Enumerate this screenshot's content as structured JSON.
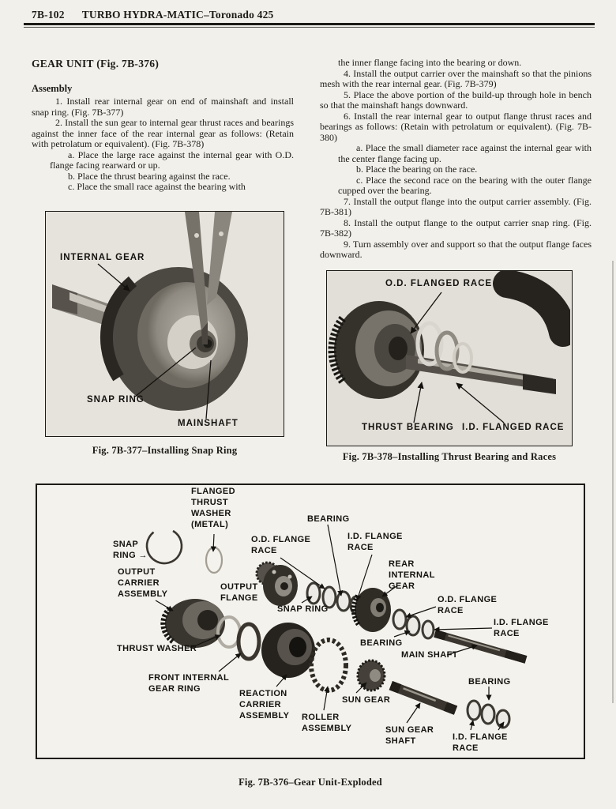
{
  "colors": {
    "paper": "#f2f0ea",
    "ink": "#1d1b16"
  },
  "header": {
    "page_number": "7B-102",
    "title": "TURBO HYDRA-MATIC–Toronado 425"
  },
  "left_column": {
    "section_title": "GEAR UNIT (Fig. 7B-376)",
    "subsection_title": "Assembly",
    "paragraphs": [
      "1. Install rear internal gear on end of mainshaft and install snap ring. (Fig. 7B-377)",
      "2. Install the sun gear to internal gear thrust races and bearings against the inner face of the rear internal gear as follows: (Retain with petrolatum or equivalent). (Fig. 7B-378)",
      "a.   Place the large race against the internal gear with O.D. flange facing rearward or up.",
      "b.   Place the thrust bearing against the race.",
      "c.   Place the small race against the bearing with"
    ]
  },
  "right_column": {
    "paragraphs": [
      "the inner flange facing into the bearing or down.",
      "4. Install the output carrier over the mainshaft so that the pinions mesh with the rear internal gear. (Fig. 7B-379)",
      "5. Place the above portion of the build-up through hole in bench so that the mainshaft hangs downward.",
      "6. Install the rear internal gear to output flange thrust races and bearings as follows: (Retain with petrolatum or equivalent). (Fig. 7B-380)",
      "a.   Place the small diameter race against the internal gear with the center flange facing up.",
      "b.   Place the bearing on the race.",
      "c.   Place the second race on the bearing with the outer flange cupped over the bearing.",
      "7. Install the output flange into the output carrier assembly. (Fig. 7B-381)",
      "8. Install the output flange to the output carrier snap ring. (Fig. 7B-382)",
      "9. Turn assembly over and support so that the output flange faces downward."
    ]
  },
  "fig_377": {
    "caption": "Fig. 7B-377–Installing Snap Ring",
    "labels": {
      "internal_gear": "INTERNAL GEAR",
      "snap_ring": "SNAP RING",
      "mainshaft": "MAINSHAFT"
    }
  },
  "fig_378": {
    "caption": "Fig. 7B-378–Installing Thrust Bearing and Races",
    "labels": {
      "od_flanged_race": "O.D. FLANGED RACE",
      "thrust_bearing": "THRUST BEARING",
      "id_flanged_race": "I.D. FLANGED RACE"
    }
  },
  "fig_376": {
    "caption": "Fig. 7B-376–Gear Unit-Exploded",
    "labels": {
      "flanged_thrust_washer": "FLANGED\nTHRUST\nWASHER\n(METAL)",
      "snap_ring_left": "SNAP\nRING →",
      "output_carrier_assembly": "OUTPUT\nCARRIER\nASSEMBLY",
      "od_flange_race_top": "O.D. FLANGE\nRACE",
      "bearing_top": "BEARING",
      "id_flange_race_top": "I.D. FLANGE\nRACE",
      "output_flange": "OUTPUT\nFLANGE",
      "snap_ring_center": "SNAP RING",
      "rear_internal_gear": "REAR\nINTERNAL\nGEAR",
      "od_flange_race_right": "O.D. FLANGE\nRACE",
      "id_flange_race_right": "I.D. FLANGE\nRACE",
      "bearing_mid": "BEARING",
      "main_shaft": "MAIN SHAFT",
      "thrust_washer": "THRUST WASHER",
      "front_internal_gear_ring": "FRONT INTERNAL\nGEAR RING",
      "reaction_carrier_assembly": "REACTION\nCARRIER\nASSEMBLY",
      "roller_assembly": "ROLLER\nASSEMBLY",
      "sun_gear": "SUN GEAR",
      "sun_gear_shaft": "SUN GEAR\nSHAFT",
      "bearing_bottom": "BEARING",
      "id_flange_race_bottom": "I.D. FLANGE\nRACE"
    }
  }
}
